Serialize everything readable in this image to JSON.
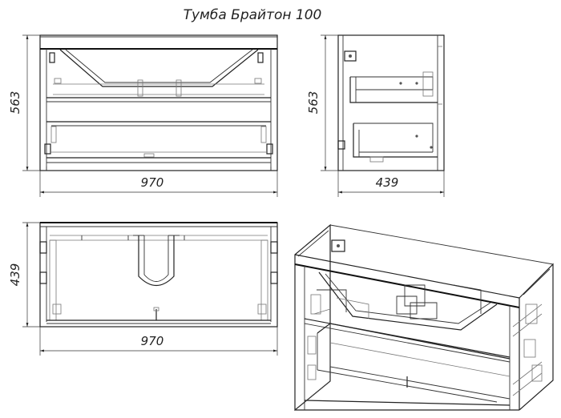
{
  "title": "Тумба Брайтон 100",
  "front_view": {
    "width_label": "970",
    "height_label": "563"
  },
  "side_view": {
    "depth_label": "439",
    "height_label": "563"
  },
  "top_view": {
    "width_label": "970",
    "depth_label": "439"
  },
  "colors": {
    "line": "#222222",
    "background": "#ffffff"
  }
}
